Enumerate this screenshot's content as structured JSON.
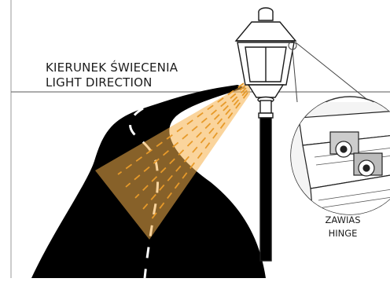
{
  "labels": {
    "direction_pl": "KIERUNEK ŚWIECENIA",
    "direction_en": "LIGHT DIRECTION",
    "hinge_pl": "ZAWIAS",
    "hinge_en": "HINGE"
  },
  "colors": {
    "road": "#000000",
    "road_marking": "#ffffff",
    "light_beam": "#f5b04a",
    "light_dashes": "#e79a2a",
    "lamp_line": "#1a1a1a",
    "horizon_line": "#7a7a7a"
  },
  "icons": {
    "lamp": "street-lamp-icon",
    "hinge_detail": "hinge-detail-icon"
  }
}
